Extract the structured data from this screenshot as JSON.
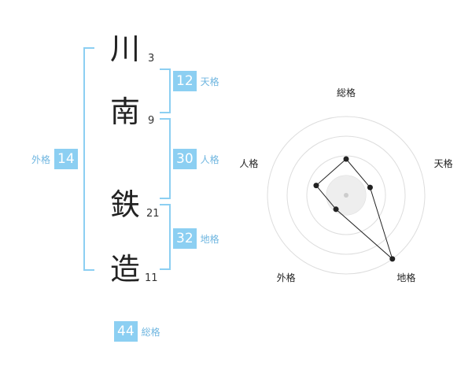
{
  "name": {
    "chars": [
      {
        "char": "川",
        "strokes": "3"
      },
      {
        "char": "南",
        "strokes": "9"
      },
      {
        "char": "鉄",
        "strokes": "21"
      },
      {
        "char": "造",
        "strokes": "11"
      }
    ]
  },
  "fortunes": {
    "tenkaku": {
      "value": "12",
      "label": "天格"
    },
    "jinkaku": {
      "value": "30",
      "label": "人格"
    },
    "chikaku": {
      "value": "32",
      "label": "地格"
    },
    "gaikaku": {
      "value": "14",
      "label": "外格"
    },
    "soukaku": {
      "value": "44",
      "label": "総格"
    }
  },
  "chart_data": {
    "type": "radar",
    "axes": [
      "総格",
      "天格",
      "地格",
      "外格",
      "人格"
    ],
    "values": [
      2.3,
      1.6,
      5,
      1.1,
      2
    ],
    "max": 5,
    "rings": 4
  },
  "colors": {
    "accent": "#8ccff2",
    "label": "#6fb6e0",
    "grid": "#dddddd",
    "line": "#222222"
  }
}
